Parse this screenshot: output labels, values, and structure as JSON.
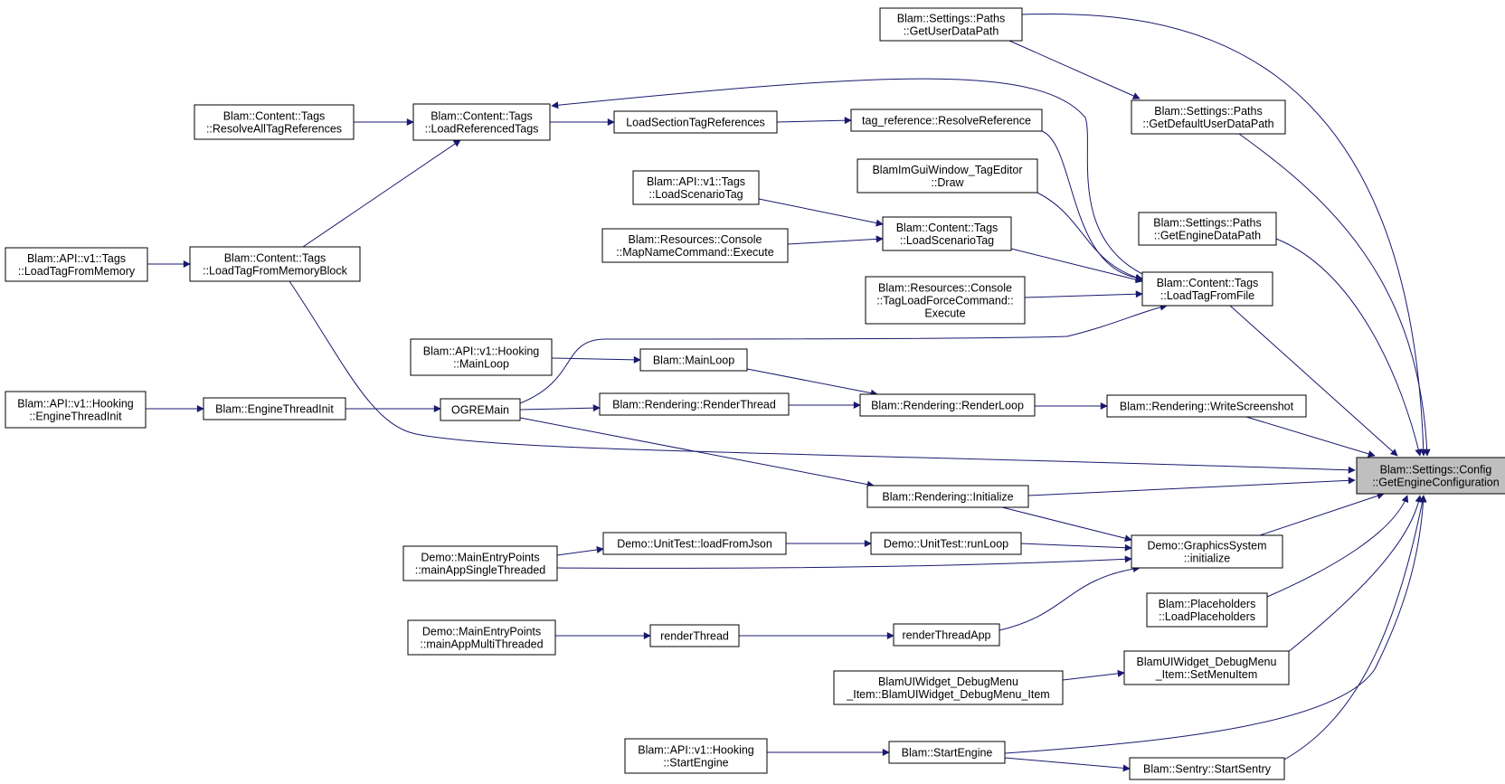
{
  "colors": {
    "edge": "#191970",
    "node_fill": "#ffffff",
    "root_fill": "#bfbfbf",
    "border": "#000000"
  },
  "nodes": [
    {
      "id": "root",
      "lines": [
        "Blam::Settings::Config",
        "::GetEngineConfiguration"
      ],
      "root": true
    },
    {
      "id": "getUserDataPath",
      "lines": [
        "Blam::Settings::Paths",
        "::GetUserDataPath"
      ]
    },
    {
      "id": "getDefaultUserDataPath",
      "lines": [
        "Blam::Settings::Paths",
        "::GetDefaultUserDataPath"
      ]
    },
    {
      "id": "getEngineDataPath",
      "lines": [
        "Blam::Settings::Paths",
        "::GetEngineDataPath"
      ]
    },
    {
      "id": "loadTagFromFile",
      "lines": [
        "Blam::Content::Tags",
        "::LoadTagFromFile"
      ]
    },
    {
      "id": "writeScreenshot",
      "lines": [
        "Blam::Rendering::WriteScreenshot"
      ]
    },
    {
      "id": "graphicsInit",
      "lines": [
        "Demo::GraphicsSystem",
        "::initialize"
      ]
    },
    {
      "id": "loadPlaceholders",
      "lines": [
        "Blam::Placeholders",
        "::LoadPlaceholders"
      ]
    },
    {
      "id": "setMenuItem",
      "lines": [
        "BlamUIWidget_DebugMenu",
        "_Item::SetMenuItem"
      ]
    },
    {
      "id": "startSentry",
      "lines": [
        "Blam::Sentry::StartSentry"
      ]
    },
    {
      "id": "resolveReference",
      "lines": [
        "tag_reference::ResolveReference"
      ]
    },
    {
      "id": "tagEditorDraw",
      "lines": [
        "BlamImGuiWindow_TagEditor",
        "::Draw"
      ]
    },
    {
      "id": "contentLoadScenarioTag",
      "lines": [
        "Blam::Content::Tags",
        "::LoadScenarioTag"
      ]
    },
    {
      "id": "tagLoadForce",
      "lines": [
        "Blam::Resources::Console",
        "::TagLoadForceCommand::",
        "Execute"
      ]
    },
    {
      "id": "renderLoop",
      "lines": [
        "Blam::Rendering::RenderLoop"
      ]
    },
    {
      "id": "renderingInitialize",
      "lines": [
        "Blam::Rendering::Initialize"
      ]
    },
    {
      "id": "unitTestRunLoop",
      "lines": [
        "Demo::UnitTest::runLoop"
      ]
    },
    {
      "id": "renderThreadApp",
      "lines": [
        "renderThreadApp"
      ]
    },
    {
      "id": "debugMenuItemCtor",
      "lines": [
        "BlamUIWidget_DebugMenu",
        "_Item::BlamUIWidget_DebugMenu_Item"
      ]
    },
    {
      "id": "startEngine",
      "lines": [
        "Blam::StartEngine"
      ]
    },
    {
      "id": "loadSectionTagRefs",
      "lines": [
        "LoadSectionTagReferences"
      ]
    },
    {
      "id": "apiLoadScenarioTag",
      "lines": [
        "Blam::API::v1::Tags",
        "::LoadScenarioTag"
      ]
    },
    {
      "id": "mapNameCommand",
      "lines": [
        "Blam::Resources::Console",
        "::MapNameCommand::Execute"
      ]
    },
    {
      "id": "mainLoop",
      "lines": [
        "Blam::MainLoop"
      ]
    },
    {
      "id": "renderThreadBlam",
      "lines": [
        "Blam::Rendering::RenderThread"
      ]
    },
    {
      "id": "loadFromJson",
      "lines": [
        "Demo::UnitTest::loadFromJson"
      ]
    },
    {
      "id": "renderThread",
      "lines": [
        "renderThread"
      ]
    },
    {
      "id": "loadReferencedTags",
      "lines": [
        "Blam::Content::Tags",
        "::LoadReferencedTags"
      ]
    },
    {
      "id": "ogreMain",
      "lines": [
        "OGREMain"
      ]
    },
    {
      "id": "resolveAllTagRefs",
      "lines": [
        "Blam::Content::Tags",
        "::ResolveAllTagReferences"
      ]
    },
    {
      "id": "loadTagFromMemoryBlock",
      "lines": [
        "Blam::Content::Tags",
        "::LoadTagFromMemoryBlock"
      ]
    },
    {
      "id": "engineThreadInit",
      "lines": [
        "Blam::EngineThreadInit"
      ]
    },
    {
      "id": "apiLoadTagFromMemory",
      "lines": [
        "Blam::API::v1::Tags",
        "::LoadTagFromMemory"
      ]
    },
    {
      "id": "apiHookingMainLoop",
      "lines": [
        "Blam::API::v1::Hooking",
        "::MainLoop"
      ]
    },
    {
      "id": "apiHookingEngineThreadInit",
      "lines": [
        "Blam::API::v1::Hooking",
        "::EngineThreadInit"
      ]
    },
    {
      "id": "mainAppSingleThreaded",
      "lines": [
        "Demo::MainEntryPoints",
        "::mainAppSingleThreaded"
      ]
    },
    {
      "id": "mainAppMultiThreaded",
      "lines": [
        "Demo::MainEntryPoints",
        "::mainAppMultiThreaded"
      ]
    },
    {
      "id": "apiHookingStartEngine",
      "lines": [
        "Blam::API::v1::Hooking",
        "::StartEngine"
      ]
    }
  ]
}
